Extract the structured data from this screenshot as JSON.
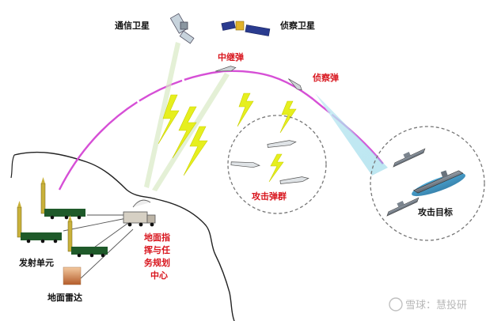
{
  "labels": {
    "comm_satellite": "通信卫星",
    "recon_satellite": "侦察卫星",
    "relay_missile": "中继弹",
    "recon_missile": "侦察弹",
    "attack_swarm": "攻击弹群",
    "attack_target": "攻击目标",
    "launch_unit": "发射单元",
    "ground_radar": "地面雷达",
    "command_center_lines": [
      "地面指",
      "挥与任",
      "务规划",
      "中心"
    ]
  },
  "watermark": "雪球：慧投研",
  "colors": {
    "trajectory": "#d64fd6",
    "lightning": "#e6ef1e",
    "label_red": "#d8141c",
    "label_black": "#111111",
    "coast": "#222222",
    "dashed_circle": "#777777",
    "beam": "#8fd8e8"
  }
}
